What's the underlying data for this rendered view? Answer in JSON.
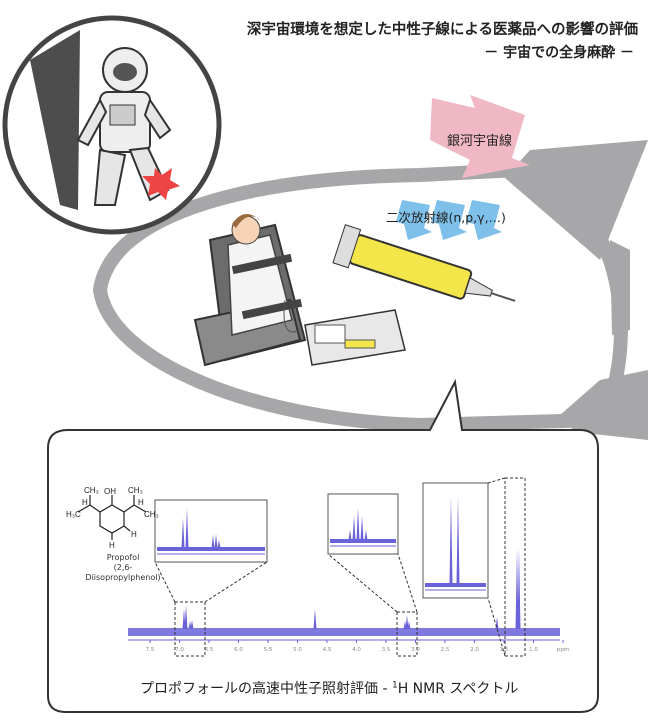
{
  "header": {
    "title": "深宇宙環境を想定した中性子線による医薬品への影響の評価",
    "subtitle": "－ 宇宙での全身麻酔 －"
  },
  "illustration": {
    "galactic_cosmic_rays_label": "銀河宇宙線",
    "secondary_radiation_label": "二次放射線(n,p,γ,…)",
    "colors": {
      "cosmic_ray_arrow": "#f0b8c4",
      "secondary_arrows": "#7ec0ea",
      "rocket_hull": "#a7a7a9",
      "syringe": "#f3e64a",
      "spectrum": "#6a62d8"
    }
  },
  "nmr_panel": {
    "molecule_name": "Propofol",
    "molecule_iupac": "(2,6-Diisopropylphenol)",
    "axis_ticks": [
      "7.5",
      "7.0",
      "6.5",
      "6.0",
      "5.5",
      "5.0",
      "4.5",
      "4.0",
      "3.5",
      "3.0",
      "2.5",
      "2.0",
      "1.5",
      "1.0",
      "ppm"
    ],
    "caption_prefix": "プロポフォールの高速中性子照射評価  - ",
    "caption_sup": "1",
    "caption_suffix": "H NMR スペクトル"
  }
}
